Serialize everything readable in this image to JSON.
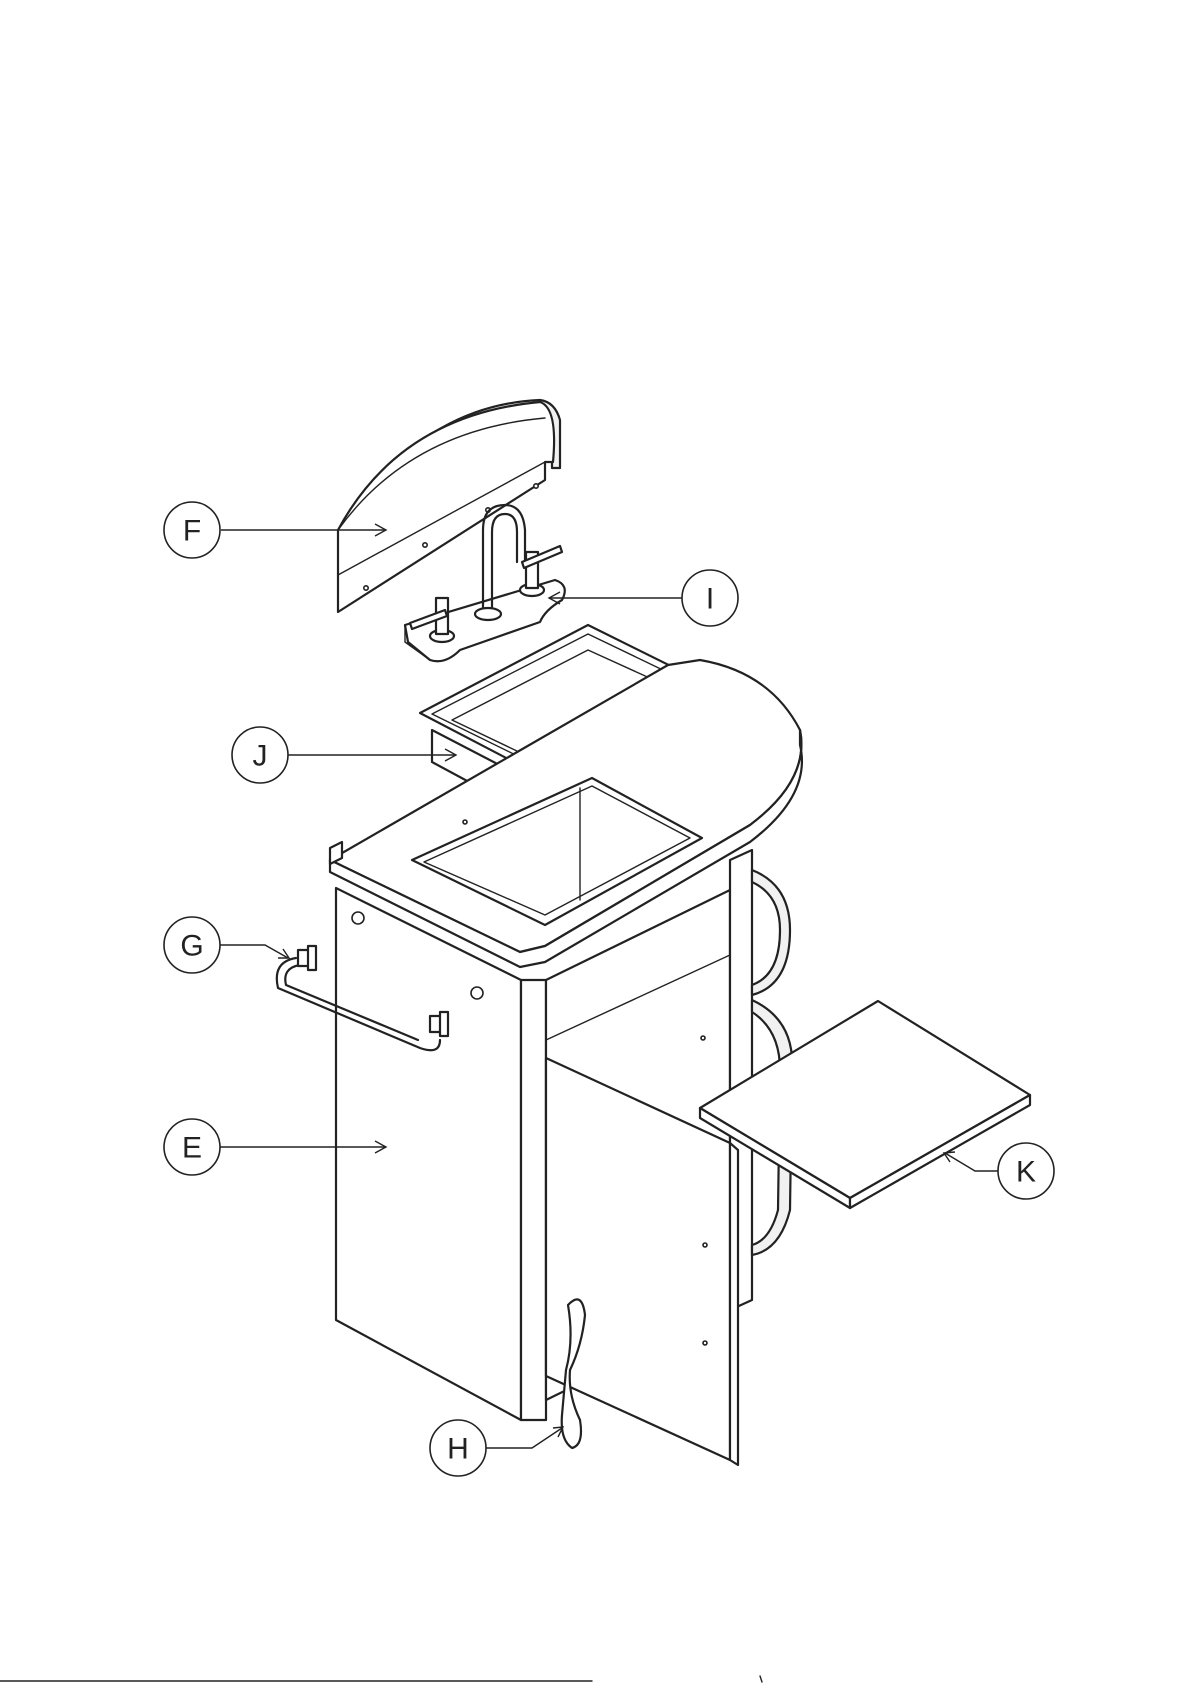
{
  "callouts": {
    "F": "F",
    "I": "I",
    "J": "J",
    "G": "G",
    "E": "E",
    "K": "K",
    "H": "H"
  },
  "colors": {
    "line": "#222222",
    "background": "#ffffff"
  }
}
